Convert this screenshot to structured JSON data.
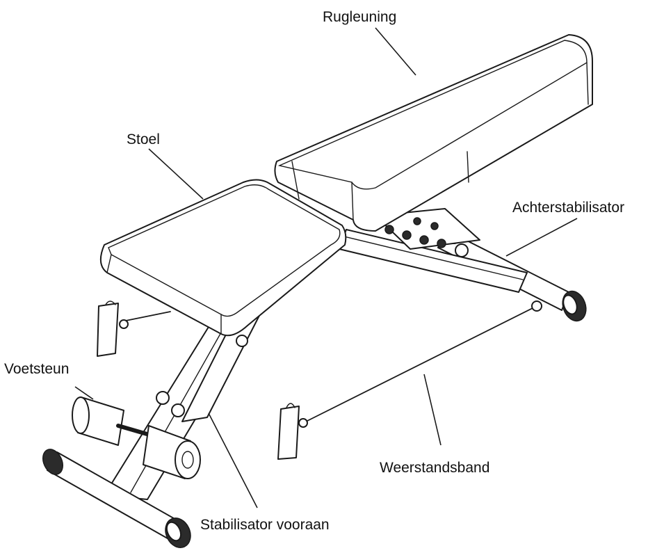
{
  "labels": {
    "backrest": "Rugleuning",
    "seat": "Stoel",
    "rear_stabilizer": "Achterstabilisator",
    "footrest": "Voetsteun",
    "resistance_band": "Weerstandsband",
    "front_stabilizer": "Stabilisator vooraan"
  }
}
